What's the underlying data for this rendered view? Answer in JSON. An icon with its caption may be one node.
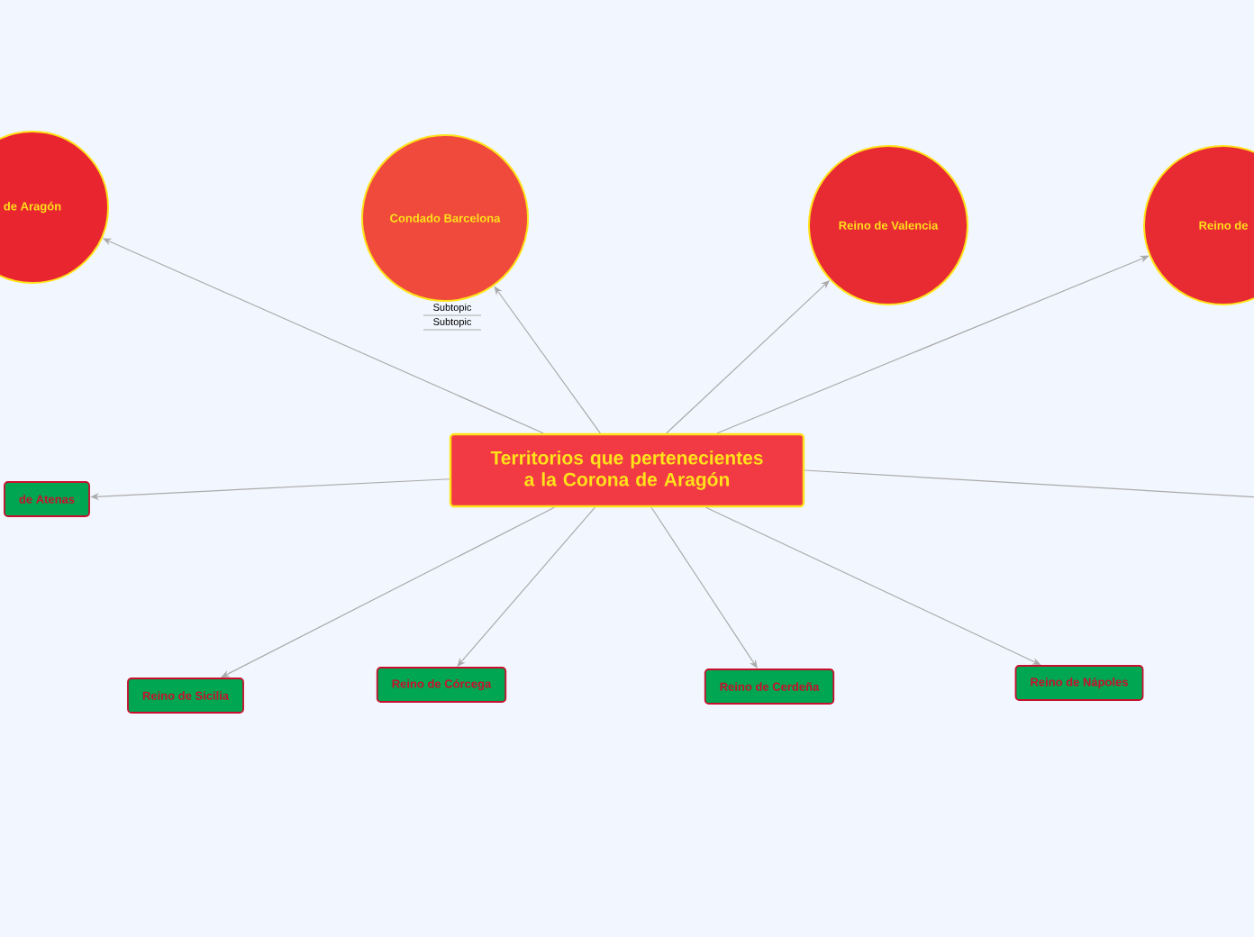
{
  "diagram": {
    "nodes": [
      {
        "text": [
          "Territorios que pertenecientes a la Corona de Aragón"
        ]
      },
      {
        "text": [
          "de Aragón"
        ]
      },
      {
        "text": [
          "Condado Barcelona"
        ],
        "beside": [
          "Subtopic",
          "Subtopic"
        ]
      },
      {
        "text": [
          "Reino de Valencia"
        ]
      },
      {
        "text": [
          "Reino de"
        ]
      },
      {
        "text": [
          "de Atenas"
        ]
      },
      {
        "text": [
          "Reino de Sicilia"
        ]
      },
      {
        "text": [
          "Reino de Córcega"
        ]
      },
      {
        "text": [
          "Reino de Cerdeña"
        ]
      },
      {
        "text": [
          "Reino de Nápoles"
        ]
      }
    ],
    "edges": [
      {
        "from": 0,
        "to": 1,
        "arrow": "to"
      },
      {
        "from": 0,
        "to": 2,
        "arrow": "to"
      },
      {
        "from": 0,
        "to": 3,
        "arrow": "to"
      },
      {
        "from": 0,
        "to": 4,
        "arrow": "to"
      },
      {
        "from": 0,
        "to": 5,
        "arrow": "to"
      },
      {
        "from": 0,
        "to": 6,
        "arrow": "to"
      },
      {
        "from": 0,
        "to": 7,
        "arrow": "to"
      },
      {
        "from": 0,
        "to": 8,
        "arrow": "to"
      },
      {
        "from": 0,
        "to": 9,
        "arrow": "to"
      },
      {
        "from": 0,
        "to": null,
        "arrow": "none"
      }
    ]
  }
}
